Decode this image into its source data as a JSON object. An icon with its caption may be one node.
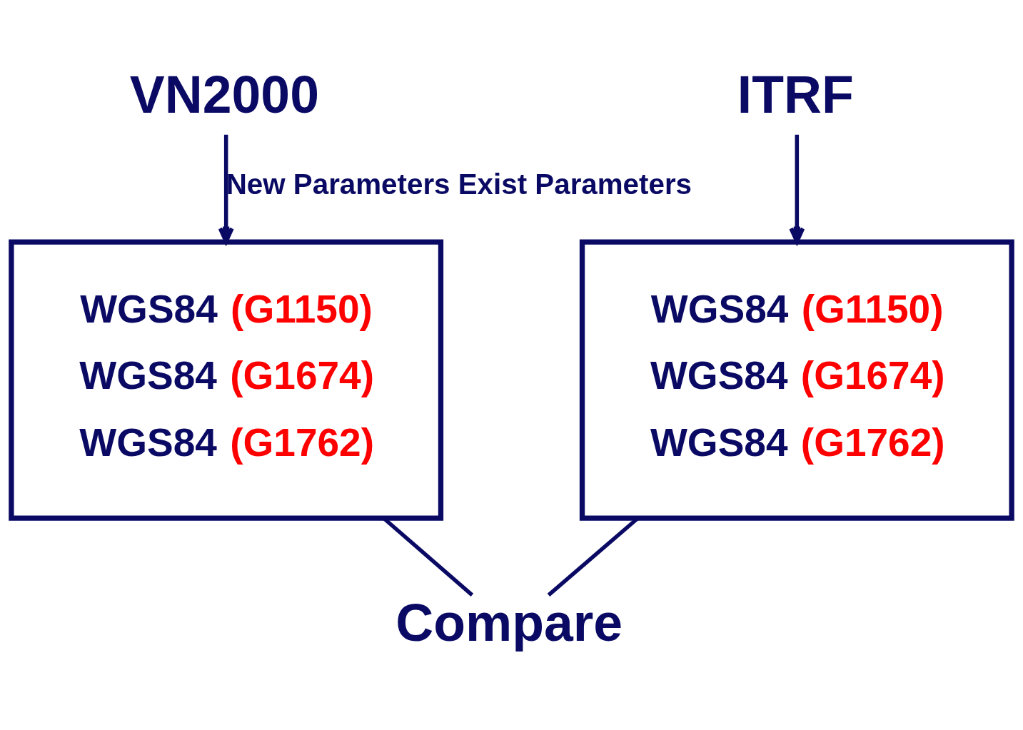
{
  "diagram": {
    "nodes": [
      {
        "text": [
          "VN2000"
        ]
      },
      {
        "text": [
          "WGS84 (G1150)",
          "WGS84 (G1674)",
          "WGS84 (G1762)"
        ]
      },
      {
        "text": [
          "ITRF"
        ]
      },
      {
        "text": [
          "WGS84 (G1150)",
          "WGS84 (G1674)",
          "WGS84 (G1762)"
        ]
      },
      {
        "text": [
          "Compare"
        ]
      }
    ],
    "edges": [
      {
        "from": 0,
        "to": 1,
        "arrow": "to",
        "label": "New Parameters Exist Parameters"
      },
      {
        "from": 2,
        "to": 3,
        "arrow": "to"
      },
      {
        "from": 1,
        "to": 4,
        "arrow": "none"
      },
      {
        "from": 3,
        "to": 4,
        "arrow": "none"
      }
    ]
  }
}
